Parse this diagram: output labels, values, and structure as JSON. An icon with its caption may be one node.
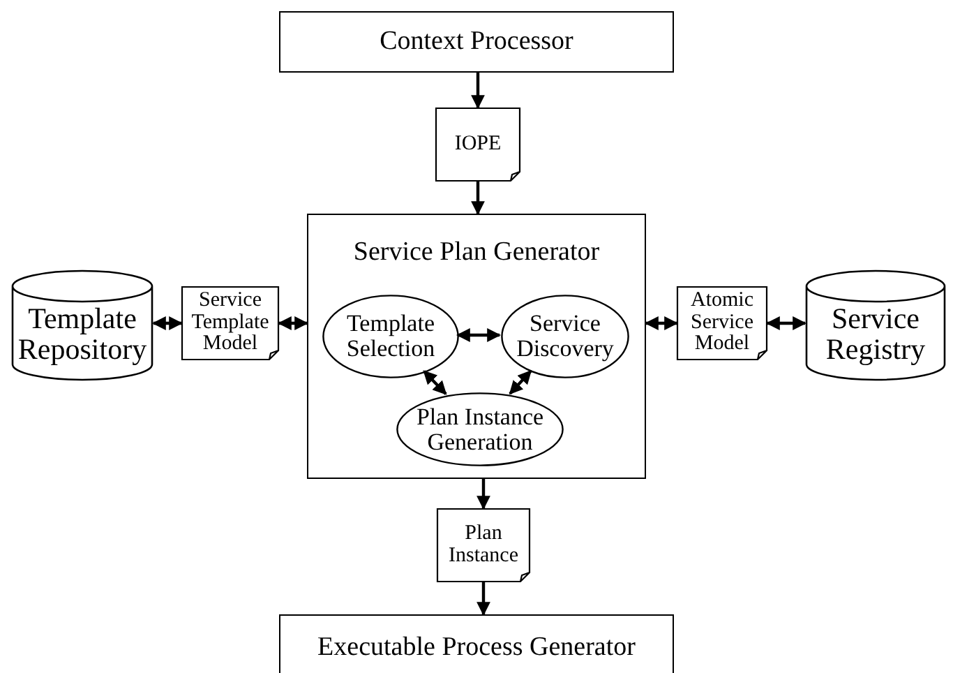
{
  "diagram": {
    "nodes": [
      {
        "text": [
          "Context Processor"
        ]
      },
      {
        "text": [
          "IOPE"
        ]
      },
      {
        "text": [
          "Template Repository"
        ]
      },
      {
        "text": [
          "Service Template Model"
        ]
      },
      {
        "text": [
          "Service Plan Generator"
        ]
      },
      {
        "text": [
          "Template Selection"
        ],
        "in": 4
      },
      {
        "text": [
          "Service Discovery"
        ],
        "in": 4
      },
      {
        "text": [
          "Plan Instance Generation"
        ],
        "in": 4
      },
      {
        "text": [
          "Atomic Service Model"
        ]
      },
      {
        "text": [
          "Service Registry"
        ]
      },
      {
        "text": [
          "Plan Instance"
        ]
      },
      {
        "text": [
          "Executable Process Generator"
        ]
      }
    ],
    "edges": [
      {
        "from": 0,
        "to": 1,
        "arrow": "to"
      },
      {
        "from": 1,
        "to": 4,
        "arrow": "to"
      },
      {
        "from": 2,
        "to": 3,
        "arrow": "both"
      },
      {
        "from": 3,
        "to": 4,
        "arrow": "both"
      },
      {
        "from": 4,
        "to": 8,
        "arrow": "both"
      },
      {
        "from": 8,
        "to": 9,
        "arrow": "both"
      },
      {
        "from": 5,
        "to": 6,
        "arrow": "both"
      },
      {
        "from": 5,
        "to": 7,
        "arrow": "both"
      },
      {
        "from": 6,
        "to": 7,
        "arrow": "both"
      },
      {
        "from": 4,
        "to": 10,
        "arrow": "to"
      },
      {
        "from": 10,
        "to": 11,
        "arrow": "to"
      }
    ]
  }
}
